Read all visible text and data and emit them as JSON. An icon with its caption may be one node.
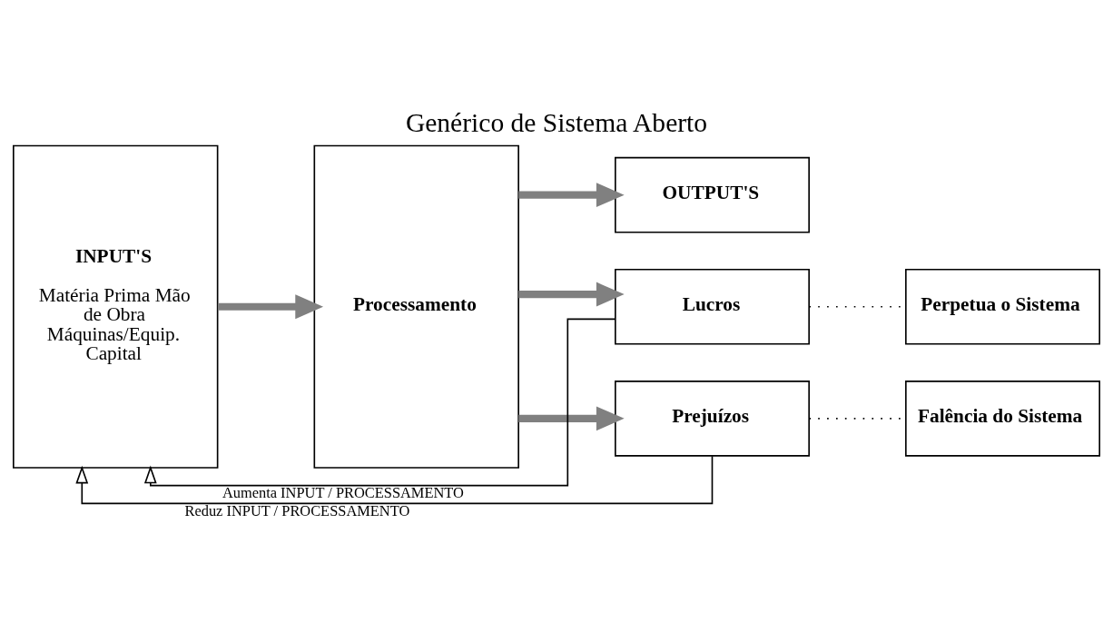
{
  "diagram": {
    "title": "Genérico de Sistema Aberto",
    "nodes": [
      {
        "text": [
          "INPUT'S",
          "Matéria Prima Mão de Obra Máquinas/Equip. Capital"
        ]
      },
      {
        "text": [
          "Processamento"
        ]
      },
      {
        "text": [
          "OUTPUT'S"
        ]
      },
      {
        "text": [
          "Lucros"
        ]
      },
      {
        "text": [
          "Prejuízos"
        ]
      },
      {
        "text": [
          "Perpetua o Sistema"
        ]
      },
      {
        "text": [
          "Falência do Sistema"
        ]
      }
    ],
    "edges": [
      {
        "from": 0,
        "to": 1,
        "arrow": "to",
        "style": "thick",
        "color": "#808080"
      },
      {
        "from": 1,
        "to": 2,
        "arrow": "to",
        "style": "thick",
        "color": "#808080"
      },
      {
        "from": 1,
        "to": 3,
        "arrow": "to",
        "style": "thick",
        "color": "#808080"
      },
      {
        "from": 1,
        "to": 4,
        "arrow": "to",
        "style": "thick",
        "color": "#808080"
      },
      {
        "from": 3,
        "to": 0,
        "arrow": "to",
        "label": "Aumenta INPUT / PROCESSAMENTO",
        "color": "#000000"
      },
      {
        "from": 3,
        "to": 5,
        "arrow": "none",
        "style": "dashed",
        "color": "#000000"
      },
      {
        "from": 4,
        "to": 6,
        "arrow": "none",
        "style": "dashed",
        "color": "#000000"
      },
      {
        "from": 4,
        "to": 0,
        "arrow": "to",
        "label": "Reduz INPUT / PROCESSAMENTO",
        "color": "#000000"
      }
    ]
  }
}
